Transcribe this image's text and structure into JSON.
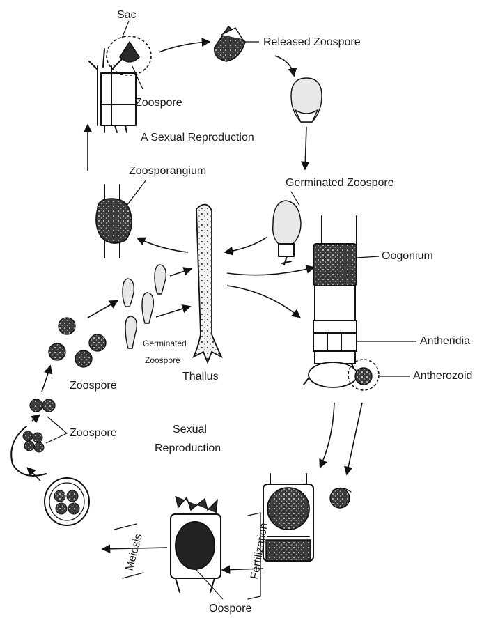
{
  "labels": {
    "sac": "Sac",
    "released_zoospore": "Released Zoospore",
    "zoospore_top": "Zoospore",
    "asexual_reproduction": "A Sexual Reproduction",
    "zoosporangium": "Zoosporangium",
    "germinated_zoospore_top": "Germinated Zoospore",
    "oogonium": "Oogonium",
    "antheridia": "Antheridia",
    "antherozoid": "Antherozoid",
    "germinated_zoospore_mid_line1": "Germinated",
    "germinated_zoospore_mid_line2": "Zoospore",
    "thallus": "Thallus",
    "zoospore_mid": "Zoospore",
    "zoospore_left": "Zoospore",
    "sexual_reproduction_line1": "Sexual",
    "sexual_reproduction_line2": "Reproduction",
    "meiosis": "Meiosis",
    "fertilization": "Fertilization",
    "oospore": "Oospore"
  }
}
